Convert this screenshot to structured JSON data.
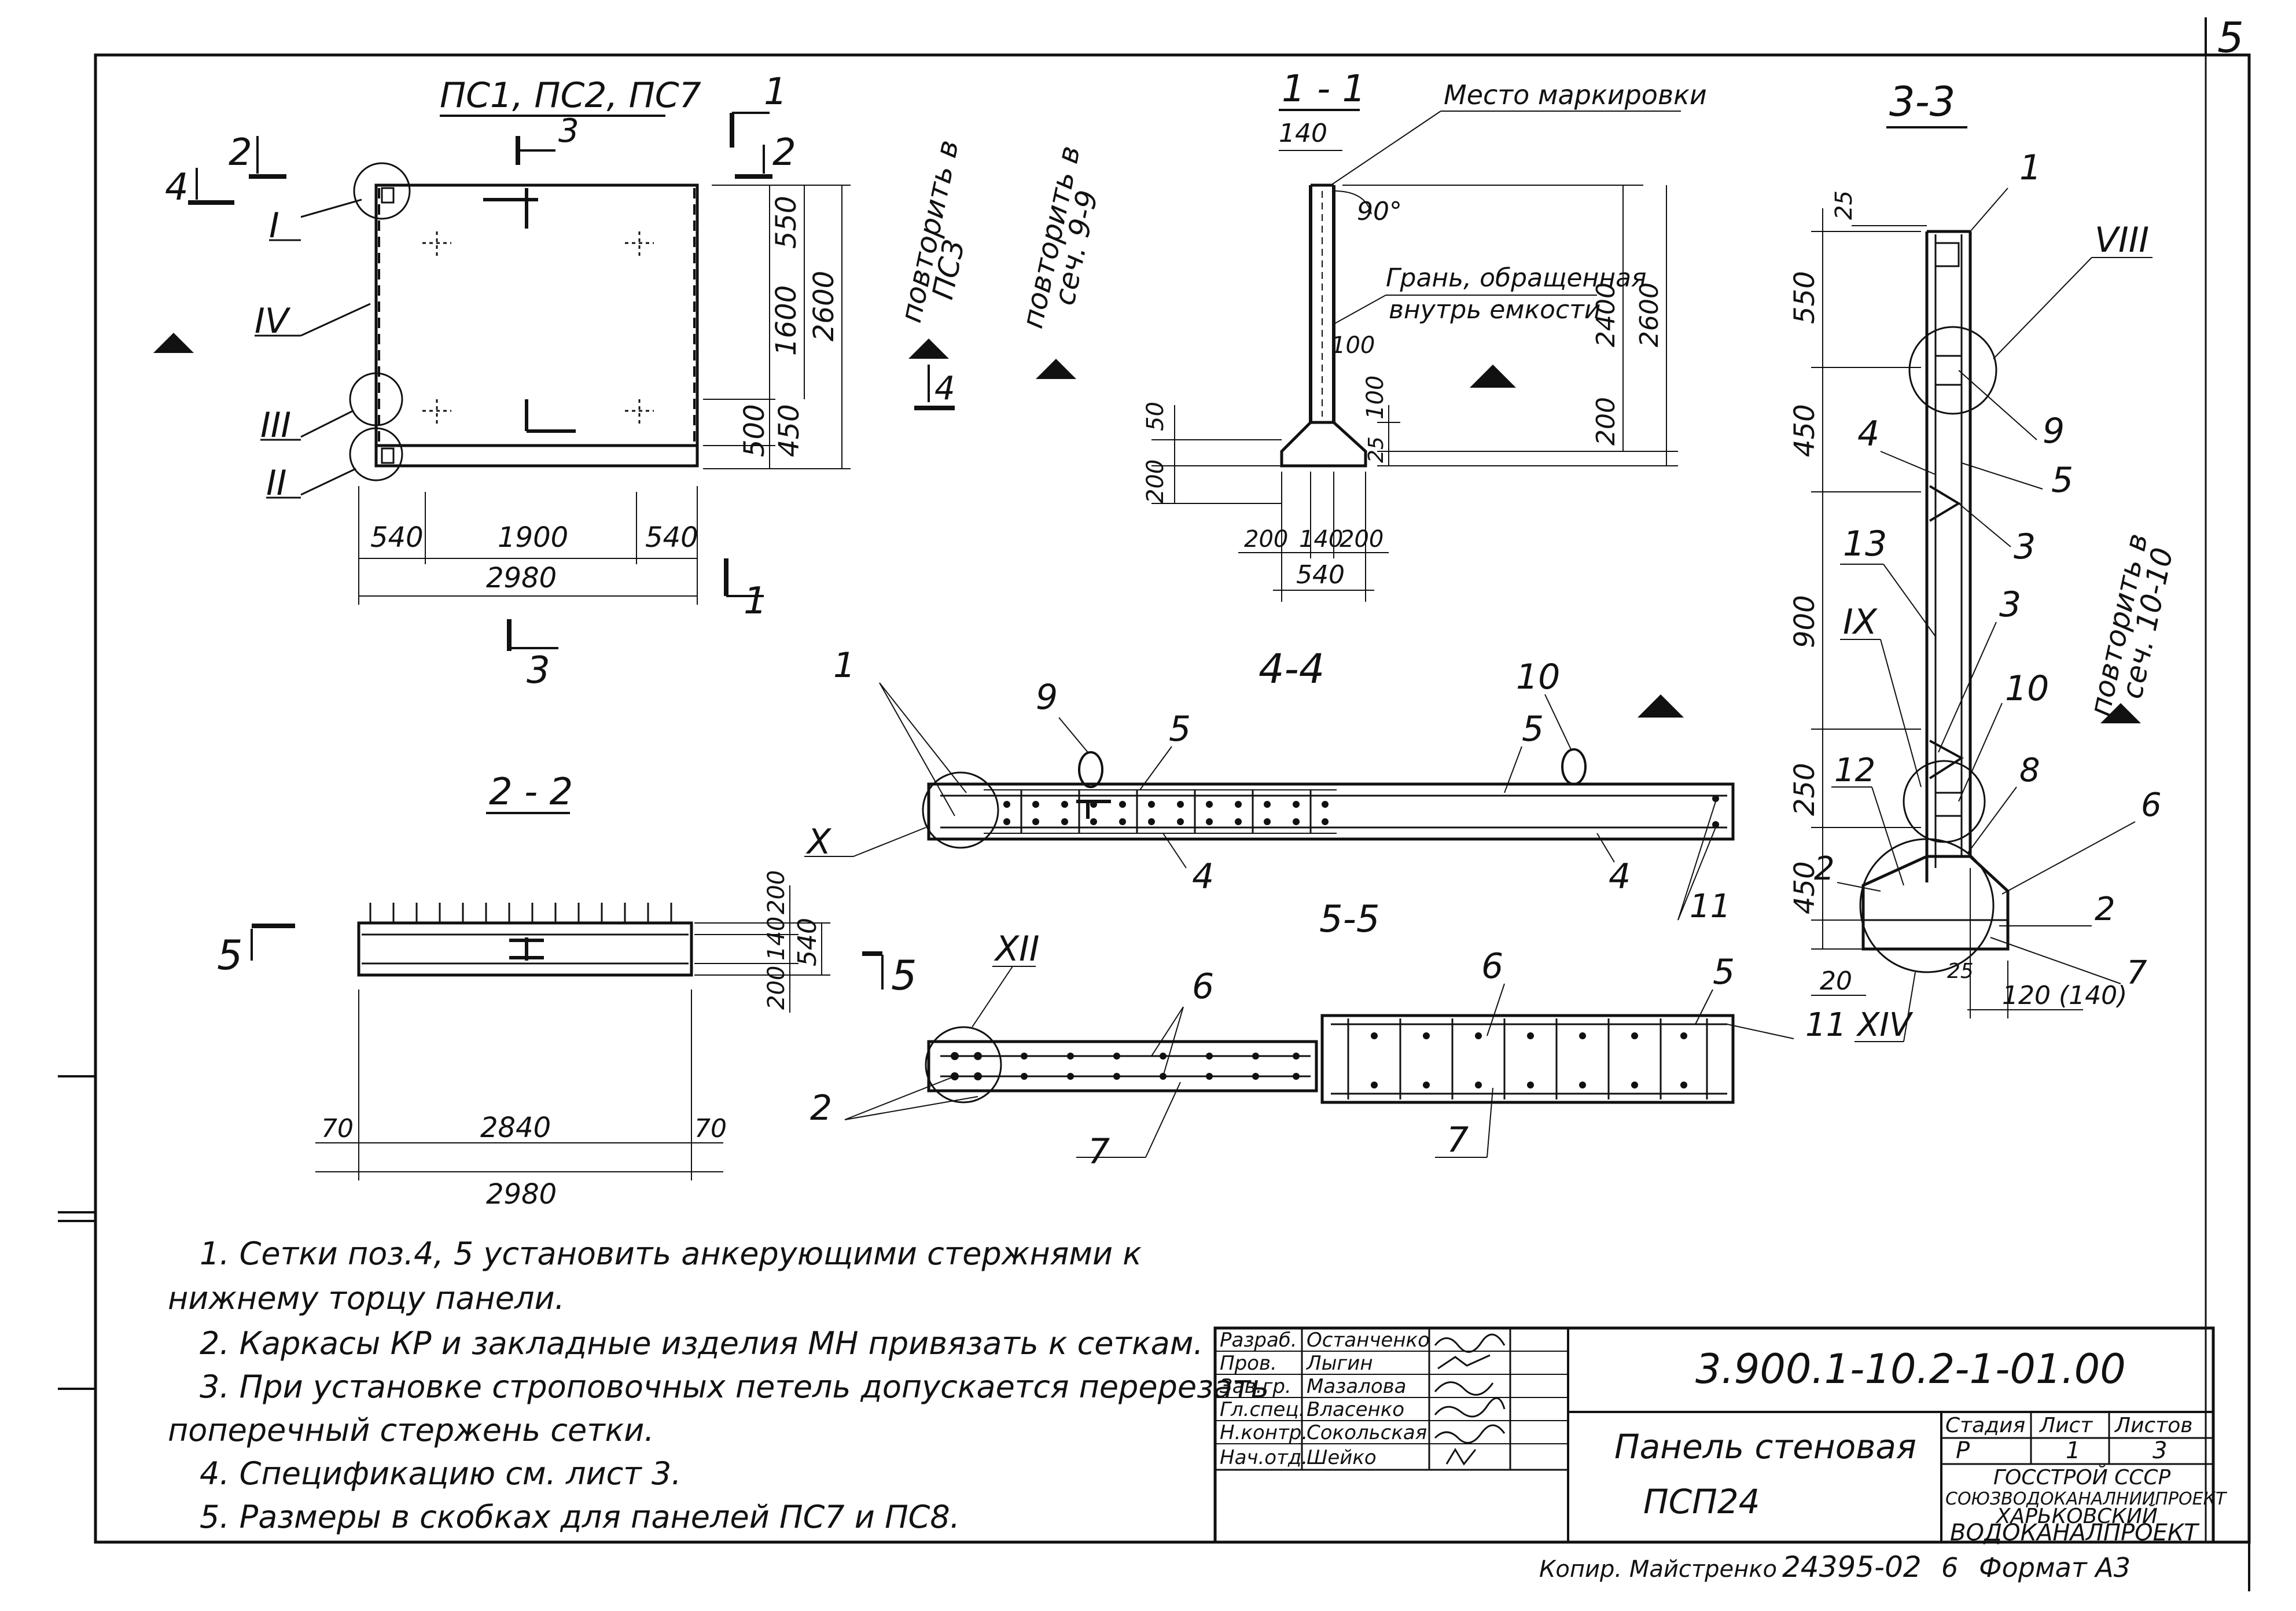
{
  "sheet_number": "5",
  "views": {
    "view1": {
      "title": "ПС1, ПС2, ПС7",
      "sec3": "3",
      "sec1": "1",
      "sec2": "2",
      "sec4": "4",
      "dims": {
        "d550": "550",
        "d1600": "1600",
        "d2600": "2600",
        "d500": "500",
        "d450": "450",
        "d540a": "540",
        "d1900": "1900",
        "d540b": "540",
        "d2980": "2980"
      },
      "nodes": {
        "I": "I",
        "IV": "IV",
        "III": "III",
        "II": "II"
      }
    },
    "repeat_ps3": {
      "line1": "повторить в",
      "line2": "ПС3",
      "mark": "4"
    },
    "repeat_99": {
      "line1": "повторить в",
      "line2": "сеч. 9-9"
    },
    "section11": {
      "title": "1 - 1",
      "marking": "Место маркировки",
      "face1": "Грань, обращенная",
      "face2": "внутрь емкости",
      "dims": {
        "d140": "140",
        "d90": "90°",
        "d100": "100",
        "d2400": "2400",
        "d2600": "2600",
        "d50": "50",
        "d200": "200",
        "d100b": "100",
        "d25": "25",
        "d200b": "200",
        "b200": "200",
        "b140": "140",
        "b200b": "200",
        "b540": "540"
      }
    },
    "section33": {
      "title": "3-3",
      "dims": {
        "d25": "25",
        "d550": "550",
        "d450": "450",
        "d900": "900",
        "d250": "250",
        "d450b": "450",
        "d20": "20",
        "d25b": "25",
        "d120": "120 (140)"
      },
      "labels": [
        "1",
        "VIII",
        "9",
        "4",
        "5",
        "3",
        "13",
        "IX",
        "3",
        "10",
        "12",
        "8",
        "6",
        "2",
        "2",
        "7",
        "XIV"
      ],
      "repeat1": "повторить в",
      "repeat2": "сеч. 10-10"
    },
    "section22": {
      "title": "2 - 2",
      "mark5a": "5",
      "mark5b": "5",
      "dims": {
        "d200": "200",
        "d140": "140",
        "d540": "540",
        "d200b": "200",
        "d70a": "70",
        "d2840": "2840",
        "d70b": "70",
        "d2980": "2980"
      }
    },
    "section44": {
      "title": "4-4",
      "labels": [
        "1",
        "9",
        "5",
        "10",
        "5",
        "4",
        "4",
        "11"
      ],
      "node": "X"
    },
    "section55": {
      "title": "5-5",
      "labels": [
        "6",
        "6",
        "5",
        "2",
        "7",
        "7",
        "11"
      ],
      "node": "XII"
    }
  },
  "notes": [
    "1. Сетки поз.4, 5 установить анкерующими стержнями к",
    "нижнему торцу панели.",
    "2. Каркасы КР и закладные изделия МН привязать к сеткам.",
    "3. При установке строповочных петель допускается перерезать",
    "поперечный стержень сетки.",
    "4. Спецификацию см. лист 3.",
    "5. Размеры в скобках для панелей ПС7 и ПС8."
  ],
  "title_block": {
    "roles": [
      "Разраб.",
      "Пров.",
      "Зав.гр.",
      "Гл.спец.",
      "Н.контр.",
      "Нач.отд."
    ],
    "names": [
      "Останченко",
      "Лыгин",
      "Мазалова",
      "Власенко",
      "Сокольская",
      "Шейко"
    ],
    "code": "3.900.1-10.2-1-01.00",
    "name1": "Панель стеновая",
    "name2": "ПСП24",
    "stage_hdr": "Стадия",
    "sheet_hdr": "Лист",
    "sheets_hdr": "Листов",
    "stage": "Р",
    "sheet": "1",
    "sheets": "3",
    "org1": "ГОССТРОЙ СССР",
    "org2": "СОЮЗВОДОКАНАЛНИИПРОЕКТ",
    "org3": "ХАРЬКОВСКИЙ",
    "org4": "ВОДОКАНАЛПРОЕКТ"
  },
  "footer": {
    "copy": "Копир. Майстренко",
    "inv": "24395-02",
    "num": "6",
    "format": "Формат А3"
  }
}
